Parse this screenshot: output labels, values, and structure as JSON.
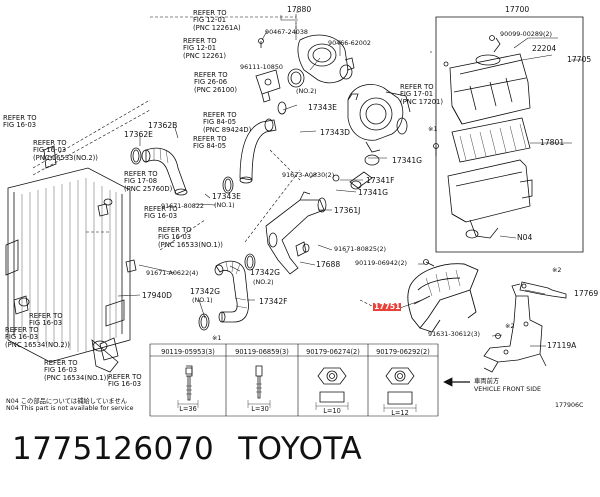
{
  "diagram": {
    "part_numbers": {
      "p17880": "17880",
      "p17700": "17700",
      "p90467_24038": "90467-24038",
      "p90466_62002": "90466-62002",
      "p90099_00289": "90099-00289(2)",
      "p22204": "22204",
      "p17705": "17705",
      "p96111_10850": "96111-10850",
      "p17343e_a": "17343E",
      "p17343e_a_note": "(NO.2)",
      "p17343d": "17343D",
      "p17362b": "17362B",
      "p17362e": "17362E",
      "p17801": "17801",
      "p17341g": "17341G",
      "p17341f": "17341F",
      "p17341g_b": "17341G",
      "p91673_a0830": "91673-A0830(2)",
      "p91671_80822": "91671-80822",
      "p17343e_b": "17343E",
      "p17343e_b_note": "(NO.1)",
      "p17361j": "17361J",
      "p91671_80825": "91671-80825(2)",
      "p17688": "17688",
      "p90119_06942": "90119-06942(2)",
      "pN04": "N04",
      "p91671_a0622": "91671-A0622(4)",
      "p17342g_a": "17342G",
      "p17342g_a_note": "(NO.2)",
      "p17940d": "17940D",
      "p17342g_b": "17342G",
      "p17342g_b_note": "(NO.1)",
      "p17342f": "17342F",
      "p17751": "17751",
      "p17769": "17769",
      "p91631_30612": "91631-30612(3)",
      "p17119a": "17119A",
      "star1_a": "※1",
      "star1_b": "※1",
      "star2_a": "※2",
      "star2_b": "※2"
    },
    "refs": {
      "r1": {
        "l1": "REFER TO",
        "l2": "FIG 12-01",
        "l3": "(PNC 12261A)"
      },
      "r2": {
        "l1": "REFER TO",
        "l2": "FIG 12-01",
        "l3": "(PNC 12261)"
      },
      "r3": {
        "l1": "REFER TO",
        "l2": "FIG 26-06",
        "l3": "(PNC 26100)"
      },
      "r4": {
        "l1": "REFER TO",
        "l2": "FIG 17-01",
        "l3": "(PNC 17201)"
      },
      "r5": {
        "l1": "REFER TO",
        "l2": "FIG 84-05",
        "l3": "(PNC 89424D)"
      },
      "r6": {
        "l1": "REFER TO",
        "l2": "FIG 84-05"
      },
      "r7": {
        "l1": "REFER TO",
        "l2": "FIG 16-03"
      },
      "r8": {
        "l1": "REFER TO",
        "l2": "FIG 16-03",
        "l3": "(PNC 16533(NO.2))"
      },
      "r9": {
        "l1": "REFER TO",
        "l2": "FIG 17-08",
        "l3": "(PNC 25760D)"
      },
      "r10": {
        "l1": "REFER TO",
        "l2": "FIG 16-03"
      },
      "r11": {
        "l1": "REFER TO",
        "l2": "FIG 16-03",
        "l3": "(PNC 16533(NO.1))"
      },
      "r12": {
        "l1": "REFER TO",
        "l2": "FIG 16-03"
      },
      "r13": {
        "l1": "REFER TO",
        "l2": "FIG 16-03",
        "l3": "(PNC 16534(NO.2))"
      },
      "r14": {
        "l1": "REFER TO",
        "l2": "FIG 16-03",
        "l3": "(PNC 16534(NO.1))"
      },
      "r15": {
        "l1": "REFER TO",
        "l2": "FIG 16-03"
      }
    },
    "fastener_table": {
      "marker": "※1",
      "headers": [
        "90119-05953(3)",
        "90119-06859(3)",
        "90179-06274(2)",
        "90179-06292(2)"
      ],
      "dims": [
        "L=36",
        "L=30",
        "L=10",
        "L=12"
      ]
    },
    "notes": {
      "n1": "N04  この部品については補給していません",
      "n2": "N04  This part is not available for service"
    },
    "front": {
      "jp": "車両前方",
      "en": "VEHICLE FRONT SIDE"
    },
    "figure_id": "177906C"
  },
  "caption": {
    "part_number": "1775126070",
    "brand": "TOYOTA"
  },
  "colors": {
    "highlight": "#e8423a",
    "line": "#111111"
  }
}
